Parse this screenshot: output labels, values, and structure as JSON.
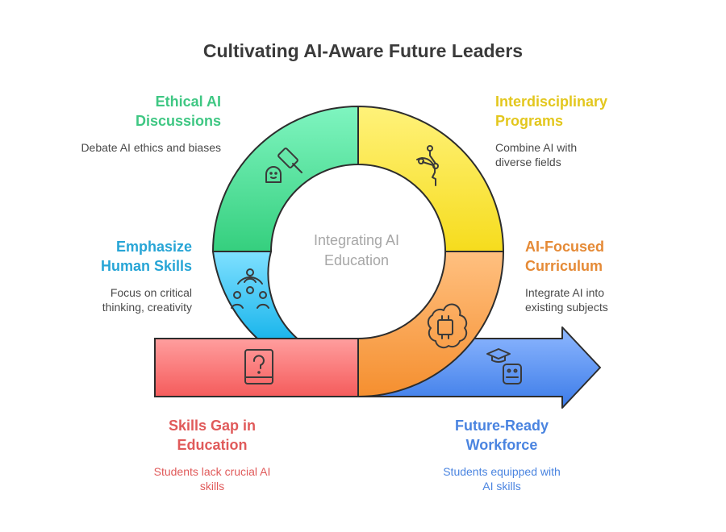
{
  "title": "Cultivating AI-Aware Future Leaders",
  "center_label": "Integrating AI Education",
  "steps": [
    {
      "title": "Skills Gap in Education",
      "desc": "Students lack crucial AI skills",
      "color": "#e05a5a",
      "icon": "book-question-icon"
    },
    {
      "title": "Emphasize Human Skills",
      "desc": "Focus on critical thinking, creativity",
      "color": "#27a5d6",
      "icon": "people-gear-icon"
    },
    {
      "title": "Ethical AI Discussions",
      "desc": "Debate AI ethics and biases",
      "color": "#3fc783",
      "icon": "gavel-icon"
    },
    {
      "title": "Interdisciplinary Programs",
      "desc": "Combine AI with diverse fields",
      "color": "#e3c71e",
      "icon": "head-network-icon"
    },
    {
      "title": "AI-Focused Curriculum",
      "desc": "Integrate AI into existing subjects",
      "color": "#e58a36",
      "icon": "brain-chip-icon"
    },
    {
      "title": "Future-Ready Workforce",
      "desc": "Students equipped with AI skills",
      "color": "#4a84e0",
      "icon": "robot-graduate-icon"
    }
  ]
}
